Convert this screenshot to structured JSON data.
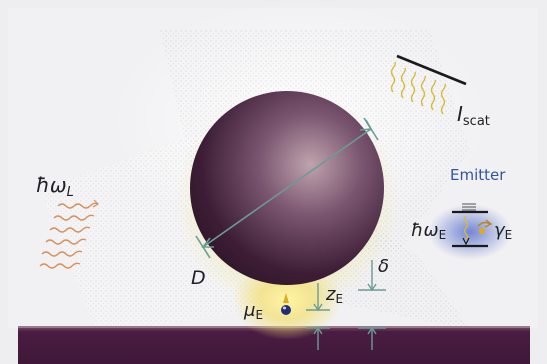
{
  "labels": {
    "incident_symbol": "ħω",
    "incident_subscript": "L",
    "scattered_symbol": "I",
    "scattered_subscript": "scat",
    "diameter": "D",
    "dipole_symbol": "μ",
    "dipole_subscript": "E",
    "height_symbol": "z",
    "height_subscript": "E",
    "gap": "δ",
    "emitter_title": "Emitter",
    "emitter_energy_symbol": "ħω",
    "emitter_energy_subscript": "E",
    "decay_symbol": "γ",
    "decay_subscript": "E"
  },
  "colors": {
    "background": "#eeeef0",
    "particle_dark": "#2a1424",
    "particle_light": "#bfa3ae",
    "substrate": "#4a1c42",
    "substrate_top": "#7a5a6a",
    "dimension_lines": "#6a9c96",
    "incident_waves": "#d9905a",
    "scattered_waves": "#d8ba3a",
    "emitter_text": "#2f56a6",
    "hotspot_glow": "#f3ea95",
    "emitter_glow": "#4a63c8"
  },
  "icons": [
    "incident-wave-icon",
    "scattered-wave-icon",
    "dipole-emitter-icon",
    "energy-level-diagram-icon"
  ]
}
